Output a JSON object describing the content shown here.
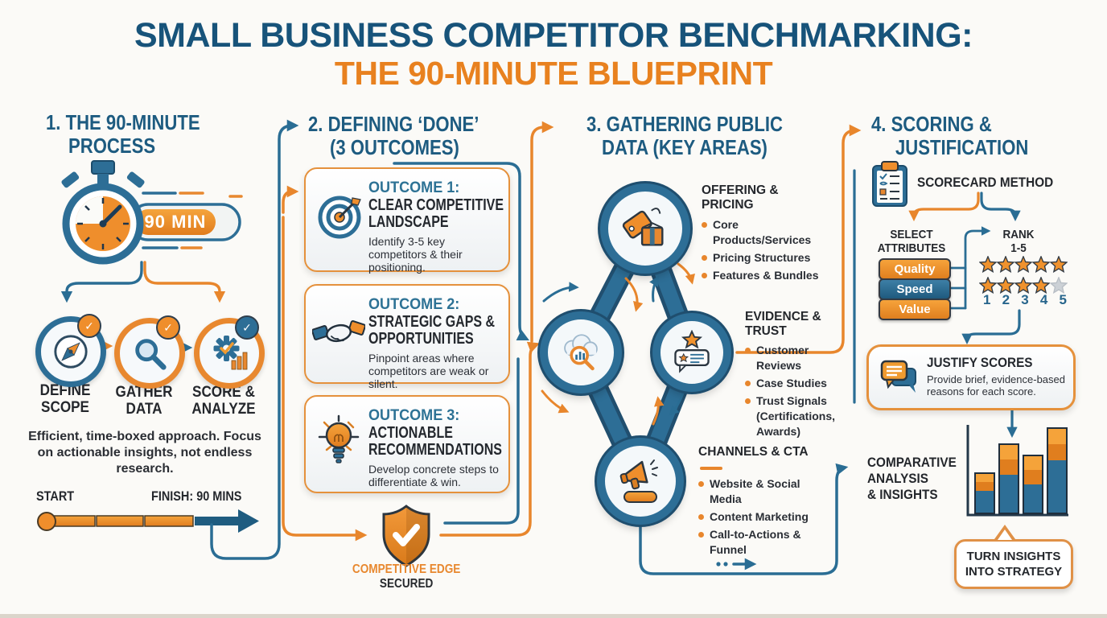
{
  "colors": {
    "heading_blue": "#1d5b80",
    "title_blue": "#17537a",
    "accent_orange": "#e8862c",
    "title_orange": "#e8811f",
    "dark_text": "#24272c",
    "link_blue": "#2d6e96",
    "star_orange": "#f0922d",
    "star_gray": "#ccd1d6"
  },
  "title": {
    "line1": "SMALL BUSINESS COMPETITOR BENCHMARKING:",
    "line2": "THE 90-MINUTE BLUEPRINT"
  },
  "s1": {
    "heading_line1": "1. THE 90-MINUTE",
    "heading_line2": "PROCESS",
    "timer_label": "90 MIN",
    "stopwatch_icon": "stopwatch-icon",
    "steps": [
      {
        "line1": "DEFINE",
        "line2": "SCOPE",
        "icon": "compass-icon"
      },
      {
        "line1": "GATHER",
        "line2": "DATA",
        "icon": "magnifier-icon"
      },
      {
        "line1": "SCORE &",
        "line2": "ANALYZE",
        "icon": "gear-analytics-icon"
      }
    ],
    "note": "Efficient, time-boxed approach. Focus on actionable insights, not endless research.",
    "timeline": {
      "start_label": "START",
      "finish_label": "FINISH: 90 MINS"
    }
  },
  "s2": {
    "heading_line1": "2. DEFINING ‘DONE’",
    "heading_line2": "(3 OUTCOMES)",
    "outcomes": [
      {
        "kicker": "OUTCOME 1:",
        "title_line1": "CLEAR COMPETITIVE",
        "title_line2": "LANDSCAPE",
        "desc": "Identify 3-5 key competitors & their positioning.",
        "icon": "target-icon"
      },
      {
        "kicker": "OUTCOME 2:",
        "title_line1": "STRATEGIC GAPS &",
        "title_line2": "OPPORTUNITIES",
        "desc": "Pinpoint areas where competitors are weak or silent.",
        "icon": "handshake-icon"
      },
      {
        "kicker": "OUTCOME 3:",
        "title_line1": "ACTIONABLE",
        "title_line2": "RECOMMENDATIONS",
        "desc": "Develop concrete steps to differentiate & win.",
        "icon": "lightbulb-icon"
      }
    ],
    "badge_line1": "COMPETITIVE EDGE",
    "badge_line2": "SECURED",
    "shield_icon": "shield-check-icon"
  },
  "s3": {
    "heading_line1": "3. GATHERING PUBLIC",
    "heading_line2": "DATA (KEY AREAS)",
    "areas": [
      {
        "title": "OFFERING & PRICING",
        "icon": "price-tag-box-icon",
        "bullets": [
          "Core Products/Services",
          "Pricing Structures",
          "Features & Bundles"
        ]
      },
      {
        "title": "EVIDENCE & TRUST",
        "icon": "star-review-icon",
        "bullets": [
          "Customer Reviews",
          "Case Studies",
          "Trust Signals (Certifications, Awards)"
        ]
      },
      {
        "title": "CHANNELS & CTA",
        "icon": "megaphone-icon",
        "bullets": [
          "Website & Social Media",
          "Content Marketing",
          "Call-to-Actions & Funnel"
        ]
      }
    ],
    "hub_extra_icon": "cloud-search-icon"
  },
  "s4": {
    "heading_line1": "4. SCORING &",
    "heading_line2": "JUSTIFICATION",
    "scorecard_label": "SCORECARD METHOD",
    "scorecard_icon": "clipboard-checklist-icon",
    "select_line1": "SELECT",
    "select_line2": "ATTRIBUTES",
    "rank_line1": "RANK",
    "rank_line2": "1-5",
    "attributes": [
      "Quality",
      "Speed",
      "Value"
    ],
    "rank_numbers": [
      "1",
      "2",
      "3",
      "4",
      "5"
    ],
    "star_rows": [
      {
        "filled": 5,
        "total": 5
      },
      {
        "filled": 4,
        "total": 5
      }
    ],
    "justify_title": "JUSTIFY SCORES",
    "justify_desc": "Provide brief, evidence-based reasons for each score.",
    "justify_icon": "speech-bubbles-icon",
    "comparative_line1": "COMPARATIVE",
    "comparative_line2": "ANALYSIS",
    "comparative_line3": "& INSIGHTS",
    "strategy_label": "TURN INSIGHTS INTO STRATEGY",
    "chart_data": {
      "type": "bar",
      "stacked": true,
      "axes_labeled": false,
      "legend": false,
      "series": [
        {
          "name": "blue-segment",
          "color": "#2d6e96",
          "values": [
            28,
            48,
            36,
            66
          ]
        },
        {
          "name": "orange-segment",
          "color": "#f0922d",
          "values": [
            22,
            38,
            36,
            40
          ]
        }
      ],
      "unit": "relative height (px)"
    }
  }
}
